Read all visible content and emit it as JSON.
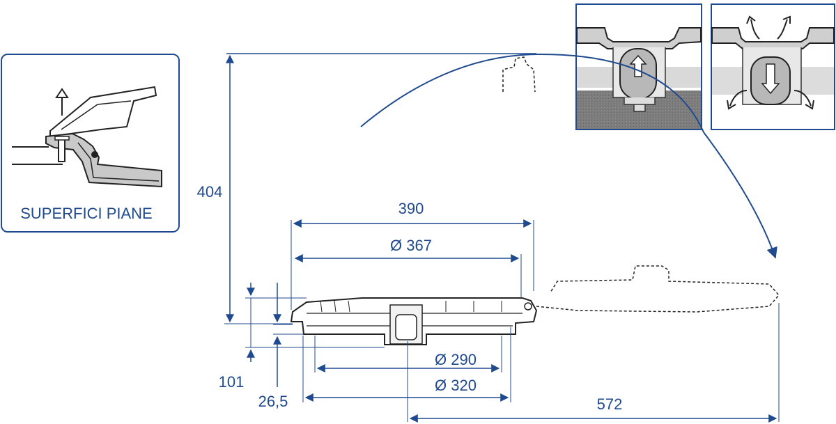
{
  "inset_label": "SUPERFICI PIANE",
  "dimensions": {
    "height_open": "404",
    "width_outer": "390",
    "dia_367": "Ø 367",
    "dia_290": "Ø 290",
    "dia_320": "Ø 320",
    "height_101": "101",
    "height_26_5": "26,5",
    "open_reach": "572"
  },
  "colors": {
    "dimension_blue": "#1f4a8f",
    "drawing_black": "#222222",
    "panel_grey": "#8a8a8a"
  },
  "icons": [
    "arrow-up-icon",
    "arrow-down-icon",
    "airflow-arrows-icon"
  ]
}
